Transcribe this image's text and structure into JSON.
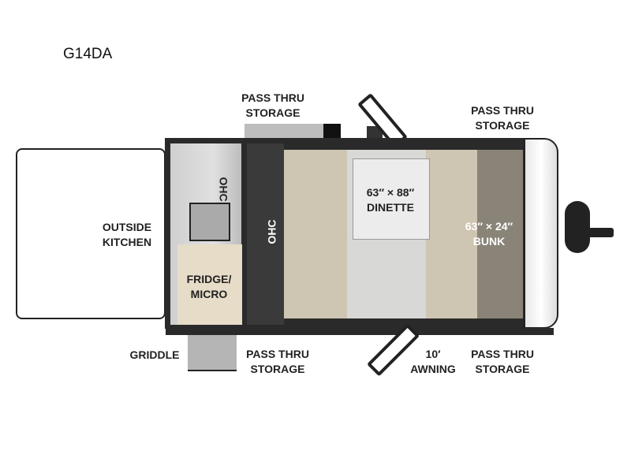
{
  "model": "G14DA",
  "labels": {
    "top_storage_left": [
      "PASS THRU",
      "STORAGE"
    ],
    "top_storage_right": [
      "PASS THRU",
      "STORAGE"
    ],
    "outside_kitchen": [
      "OUTSIDE",
      "KITCHEN"
    ],
    "ohc_kitchen": "OHC",
    "ohc_main": "OHC",
    "fridge": [
      "FRIDGE/",
      "MICRO"
    ],
    "dinette": [
      "63″ × 88″",
      "DINETTE"
    ],
    "bunk": [
      "63″ × 24″",
      "BUNK"
    ],
    "griddle": "GRIDDLE",
    "bottom_storage_left": [
      "PASS THRU",
      "STORAGE"
    ],
    "awning": [
      "10′",
      "AWNING"
    ],
    "bottom_storage_right": [
      "PASS THRU",
      "STORAGE"
    ]
  },
  "colors": {
    "wall": "#2a2a2a",
    "wood": "#e6dcc8",
    "bench": "#cfc5b3",
    "floor": "#d8d8d6",
    "bunk": "#8a8478",
    "ohc": "#3a3a3a"
  }
}
